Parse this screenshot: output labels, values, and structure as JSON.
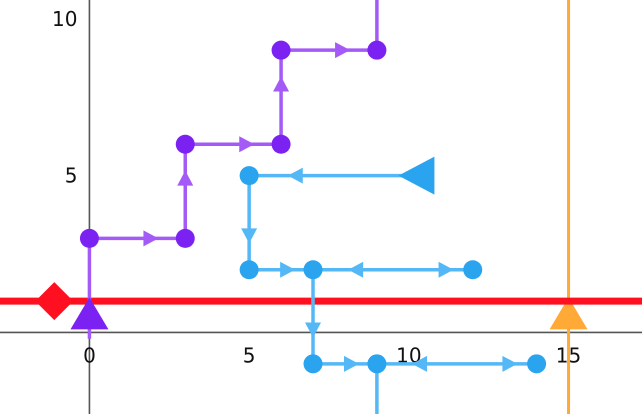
{
  "chart_data": {
    "type": "line",
    "title": "",
    "xlabel": "",
    "ylabel": "",
    "xlim": [
      -2.8,
      17.3
    ],
    "ylim": [
      -2.6,
      10.6
    ],
    "xticks": [
      {
        "value": 0,
        "label": "0"
      },
      {
        "value": 5,
        "label": "5"
      },
      {
        "value": 10,
        "label": "10"
      },
      {
        "value": 15,
        "label": "15"
      }
    ],
    "yticks": [
      {
        "value": 5,
        "label": "5"
      },
      {
        "value": 10,
        "label": "10"
      }
    ],
    "colors": {
      "purple": "#7B22F2",
      "purple_arrow": "#A45AF6",
      "blue": "#2AA4EE",
      "blue_arrow": "#55B8F6",
      "red": "#FF1020",
      "orange": "#FFA936",
      "axis": "#555555"
    },
    "lines": [
      {
        "id": "red-horizontal",
        "color": "#FF1020",
        "orientation": "horizontal",
        "value": 1,
        "end_marker": {
          "shape": "diamond",
          "x": -1.1,
          "y": 1
        }
      },
      {
        "id": "orange-vertical",
        "color": "#FFA936",
        "orientation": "vertical",
        "value": 15,
        "end_marker": {
          "shape": "triangle-up",
          "x": 15,
          "y": 0.1
        }
      }
    ],
    "series": [
      {
        "id": "purple-path",
        "color": "#7B22F2",
        "points": [
          [
            0,
            3
          ],
          [
            3,
            3
          ],
          [
            3,
            6
          ],
          [
            6,
            6
          ],
          [
            6,
            9
          ],
          [
            9,
            9
          ]
        ],
        "start_tail": [
          0,
          -0.2
        ],
        "end_tail": [
          9,
          10.8
        ],
        "start_marker": {
          "shape": "triangle-up",
          "x": 0,
          "y": 0.1
        }
      },
      {
        "id": "blue-path",
        "color": "#2AA4EE",
        "points": [
          [
            5,
            5
          ],
          [
            5,
            2
          ],
          [
            7,
            2
          ],
          [
            7,
            -1
          ],
          [
            9,
            -1
          ]
        ],
        "start_tail": [
          10.5,
          5
        ],
        "start_marker": {
          "shape": "triangle-left",
          "x": 10.3,
          "y": 5
        },
        "bidirectional_segments": [
          {
            "from": [
              7,
              2
            ],
            "to": [
              12,
              2
            ],
            "end_point": [
              12,
              2
            ]
          },
          {
            "from": [
              9,
              -1
            ],
            "to": [
              14,
              -1
            ],
            "end_point": [
              14,
              -1
            ]
          }
        ],
        "end_tail": [
          9,
          -2.6
        ]
      }
    ]
  }
}
